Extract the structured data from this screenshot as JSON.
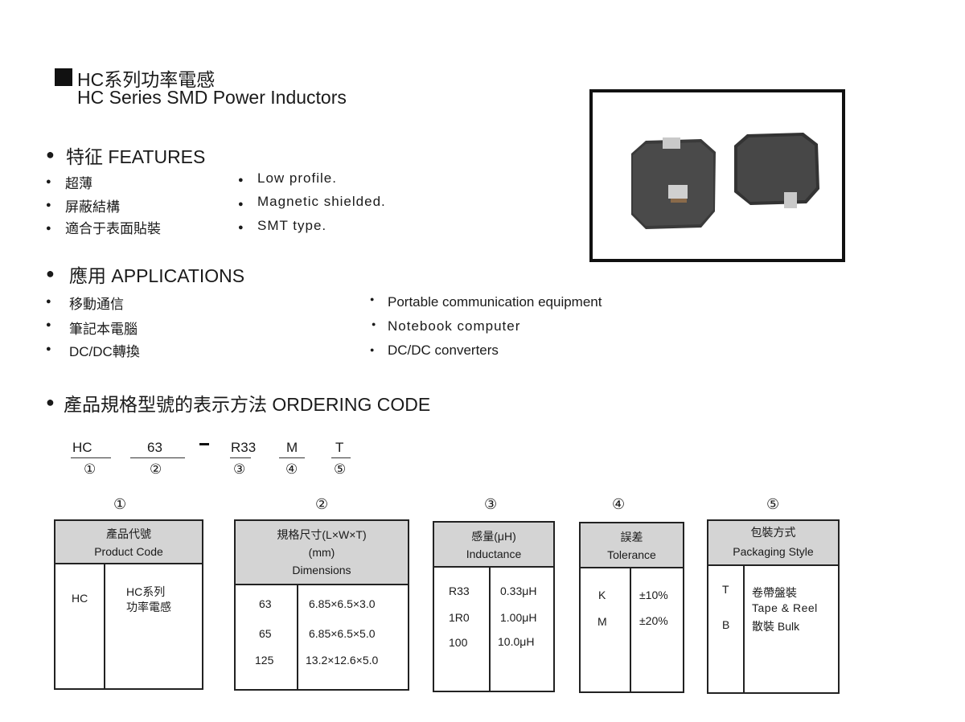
{
  "title": {
    "cn": "HC系列功率電感",
    "en": "HC Series SMD Power Inductors"
  },
  "features": {
    "heading": "特征 FEATURES",
    "cn": [
      "超薄",
      "屏蔽結構",
      "適合于表面貼裝"
    ],
    "en": [
      "Low  profile.",
      "Magnetic  shielded.",
      "SMT type."
    ]
  },
  "applications": {
    "heading": "應用  APPLICATIONS",
    "cn": [
      "移動通信",
      "筆記本電腦",
      "DC/DC轉換"
    ],
    "en": [
      "Portable communication equipment",
      "Notebook  computer",
      "DC/DC converters"
    ]
  },
  "ordering": {
    "heading": "產品規格型號的表示方法 ORDERING CODE",
    "parts": [
      "HC",
      "63",
      "R33",
      "M",
      "T"
    ],
    "markers": [
      "①",
      "②",
      "③",
      "④",
      "⑤"
    ]
  },
  "tables": {
    "product_code": {
      "header": [
        "產品代號",
        "Product Code"
      ],
      "code": "HC",
      "desc": [
        "HC系列",
        "功率電感"
      ]
    },
    "dimensions": {
      "header": [
        "規格尺寸(L×W×T)",
        "(mm)",
        "Dimensions"
      ],
      "rows": [
        {
          "code": "63",
          "value": "6.85×6.5×3.0"
        },
        {
          "code": "65",
          "value": "6.85×6.5×5.0"
        },
        {
          "code": "125",
          "value": "13.2×12.6×5.0"
        }
      ]
    },
    "inductance": {
      "header": [
        "感量(μH)",
        "Inductance"
      ],
      "rows": [
        {
          "code": "R33",
          "value": "0.33μH"
        },
        {
          "code": "1R0",
          "value": "1.00μH"
        },
        {
          "code": "100",
          "value": "10.0μH"
        }
      ]
    },
    "tolerance": {
      "header": [
        "誤差",
        "Tolerance"
      ],
      "rows": [
        {
          "code": "K",
          "value": "±10%"
        },
        {
          "code": "M",
          "value": "±20%"
        }
      ]
    },
    "packaging": {
      "header": [
        "包裝方式",
        "Packaging Style"
      ],
      "codes": [
        "T",
        "B"
      ],
      "desc": [
        "卷帶盤裝",
        "Tape & Reel",
        "散裝 Bulk"
      ]
    }
  },
  "colors": {
    "header_bg": "#d4d4d4",
    "border": "#222222",
    "component_body": "#3a3a3a",
    "terminal": "#c9c9c9"
  }
}
